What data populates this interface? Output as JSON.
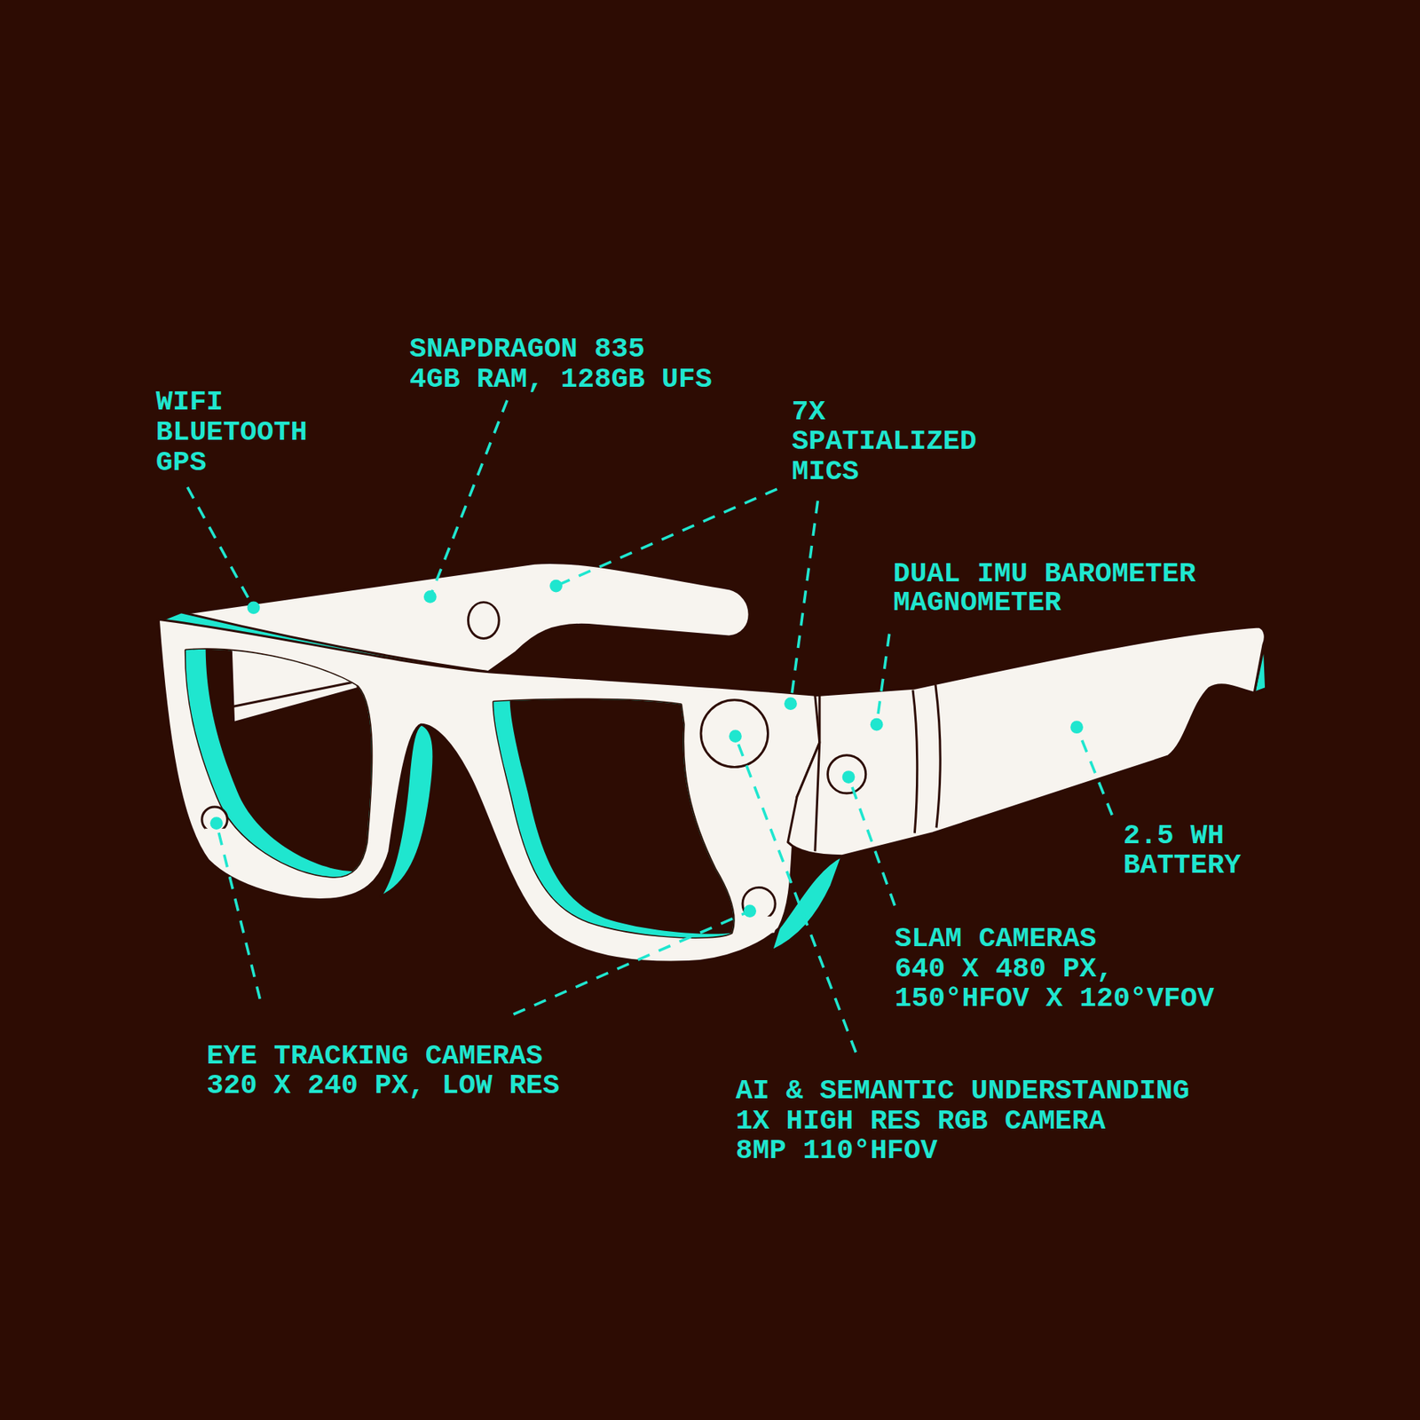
{
  "diagram": {
    "labels": [
      "WIFI",
      "BLUETOOTH",
      "GPS",
      "SNAPDRAGON 835",
      "4GB RAM, 128GB UFS",
      "7X",
      "SPATIALIZED",
      "MICS",
      "DUAL IMU BAROMETER",
      "MAGNOMETER",
      "2.5 WH",
      "BATTERY",
      "SLAM CAMERAS",
      "640 X 480 PX,",
      "150°HFOV X 120°VFOV",
      "EYE TRACKING CAMERAS",
      "320 X 240 PX, LOW RES",
      "AI & SEMANTIC UNDERSTANDING",
      "1X HIGH RES RGB CAMERA",
      "8MP 110°HFOV"
    ]
  }
}
